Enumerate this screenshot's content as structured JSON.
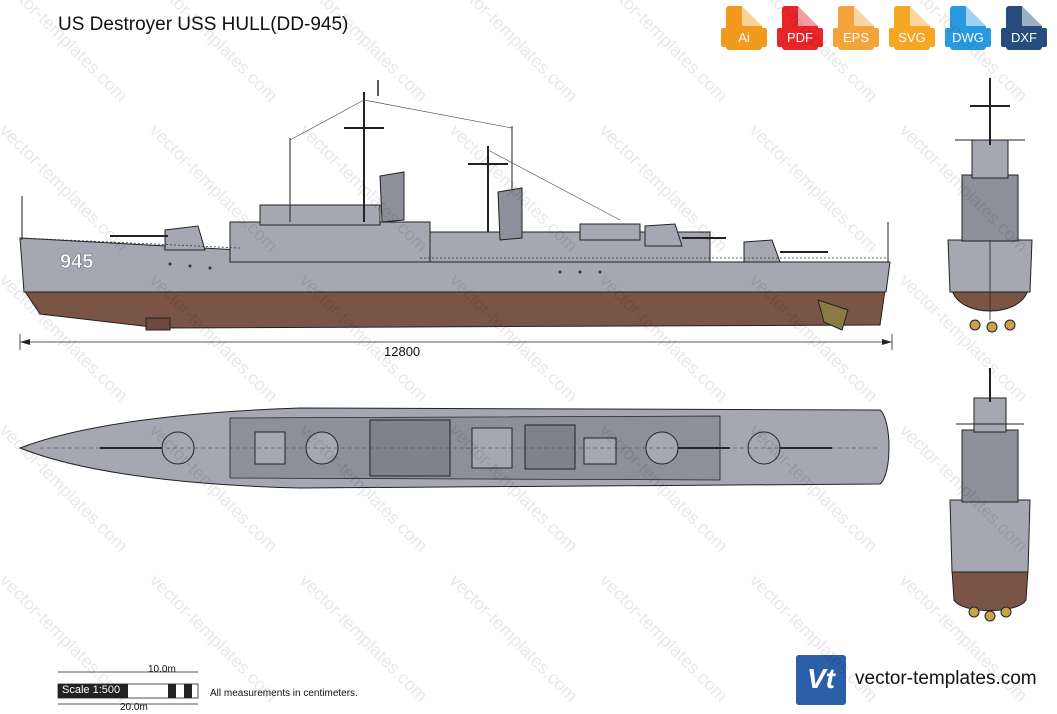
{
  "header": {
    "title": "US Destroyer USS HULL(DD-945)"
  },
  "formats": [
    {
      "label": "Ai",
      "color": "#f29a1e"
    },
    {
      "label": "PDF",
      "color": "#e8262a"
    },
    {
      "label": "EPS",
      "color": "#f2a33a"
    },
    {
      "label": "SVG",
      "color": "#f5a623"
    },
    {
      "label": "DWG",
      "color": "#2a9ae0"
    },
    {
      "label": "DXF",
      "color": "#274b7a"
    }
  ],
  "drawing": {
    "hull_number": "945",
    "length_dimension": "12800",
    "hull_color": "#a5a8b3",
    "bottom_color": "#7a5545"
  },
  "scale_bar": {
    "top_label": "10.0m",
    "scale_label": "Scale 1:500",
    "bottom_label": "20.0m",
    "note": "All measurements in centimeters."
  },
  "brand": {
    "logo_text": "Vt",
    "site": "vector-templates.com"
  },
  "watermark": {
    "text": "vector-templates.com"
  }
}
